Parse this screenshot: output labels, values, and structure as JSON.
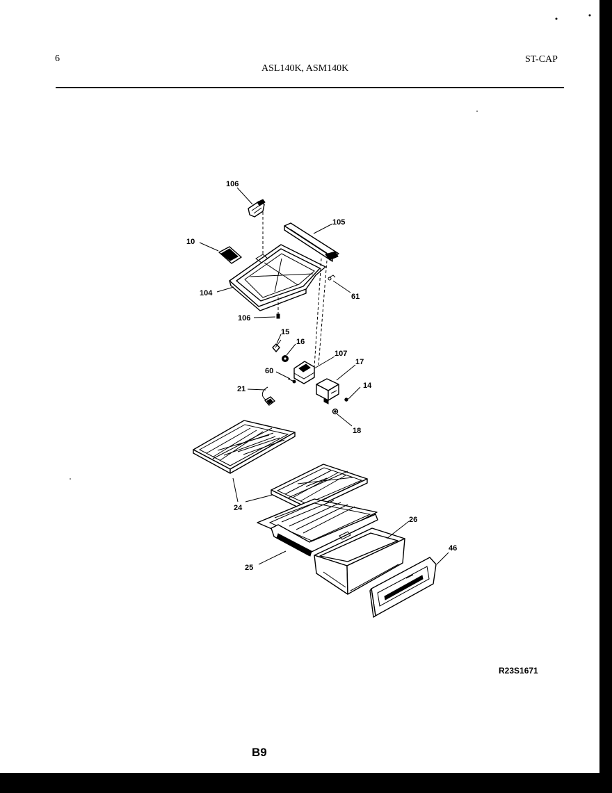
{
  "header": {
    "page_number": "6",
    "models": "ASL140K, ASM140K",
    "section_code": "ST-CAP"
  },
  "diagram": {
    "callouts": {
      "p106a": "106",
      "p105": "105",
      "p10": "10",
      "p104": "104",
      "p61": "61",
      "p106b": "106",
      "p15": "15",
      "p16": "16",
      "p107": "107",
      "p17": "17",
      "p60": "60",
      "p14": "14",
      "p21": "21",
      "p18": "18",
      "p24": "24",
      "p26": "26",
      "p46": "46",
      "p25": "25"
    }
  },
  "footer": {
    "drawing_ref": "R23S1671",
    "page_id": "B9"
  }
}
